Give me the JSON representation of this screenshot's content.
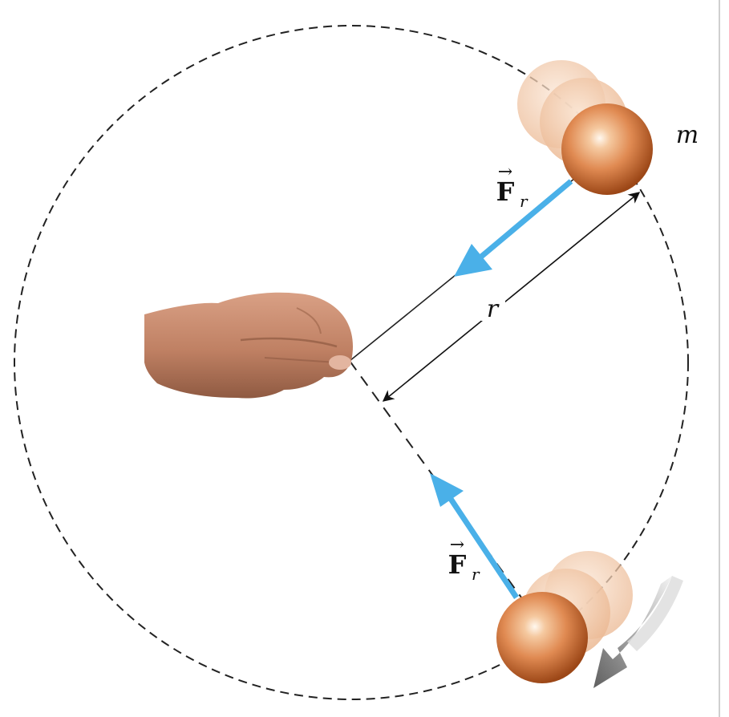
{
  "labels": {
    "mass": "m",
    "radius": "r",
    "force_upper": {
      "letter": "F",
      "subscript": "r",
      "arrow": "→"
    },
    "force_lower": {
      "letter": "F",
      "subscript": "r",
      "arrow": "→"
    }
  },
  "colors": {
    "force_vector": "#4ab0e8",
    "path": "#222222",
    "ball_light": "#fff3e6",
    "ball_mid": "#e79a64",
    "ball_dark": "#a8501c",
    "ghost": "#f2c7a6",
    "hand": "#c58a6e",
    "motion_arrow": "#7a7a7a"
  },
  "icons": {
    "hand": "fist-hand-icon",
    "motion": "curved-motion-arrow-icon"
  }
}
